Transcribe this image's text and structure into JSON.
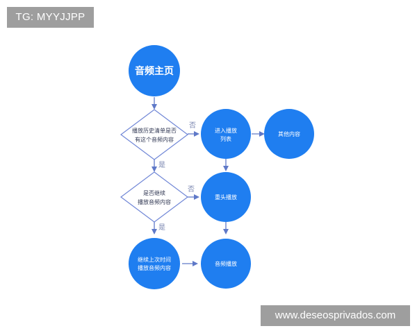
{
  "top_tag": "TG: MYYJJPP",
  "watermark": "www.deseosprivados.com",
  "colors": {
    "node_fill": "#1f7ef0",
    "decision_stroke": "#6f86d6",
    "arrow": "#5f79c8",
    "label_text": "#7a86b0"
  },
  "nodes": {
    "home": "音频主页",
    "decision_history_line1": "播放历史清单是否",
    "decision_history_line2": "有这个音频内容",
    "enter_list_line1": "进入播放",
    "enter_list_line2": "列表",
    "other_content": "其他内容",
    "decision_continue_line1": "是否继续",
    "decision_continue_line2": "播放音频内容",
    "replay": "重头播放",
    "continue_line1": "继续上次时间",
    "continue_line2": "播放音频内容",
    "audio_play": "音频播放"
  },
  "edge_labels": {
    "no_1": "否",
    "yes_1": "是",
    "no_2": "否",
    "yes_2": "是"
  }
}
